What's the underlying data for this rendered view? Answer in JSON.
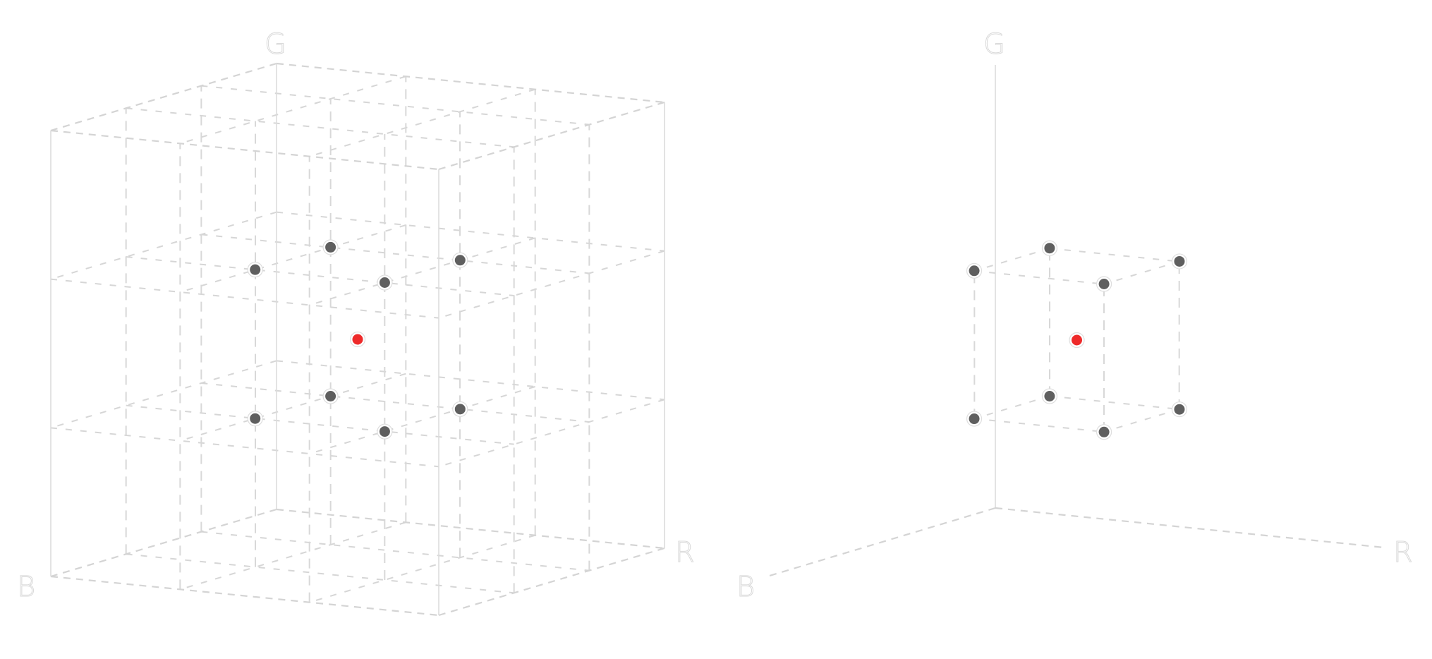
{
  "chart_data": [
    {
      "type": "scatter",
      "subtype": "3d-rgb-cube",
      "title": "",
      "axes": {
        "x": "R",
        "y": "G",
        "z": "B"
      },
      "axis_range": [
        0,
        1
      ],
      "grid": "3x3x3 dashed subdivision lattice",
      "points": [
        {
          "r": 0.333,
          "g": 0.333,
          "b": 0.333,
          "color": "#5f5f5f"
        },
        {
          "r": 0.667,
          "g": 0.333,
          "b": 0.333,
          "color": "#5f5f5f"
        },
        {
          "r": 0.333,
          "g": 0.333,
          "b": 0.667,
          "color": "#5f5f5f"
        },
        {
          "r": 0.667,
          "g": 0.333,
          "b": 0.667,
          "color": "#5f5f5f"
        },
        {
          "r": 0.333,
          "g": 0.667,
          "b": 0.333,
          "color": "#5f5f5f"
        },
        {
          "r": 0.667,
          "g": 0.667,
          "b": 0.333,
          "color": "#5f5f5f"
        },
        {
          "r": 0.333,
          "g": 0.667,
          "b": 0.667,
          "color": "#5f5f5f"
        },
        {
          "r": 0.667,
          "g": 0.667,
          "b": 0.667,
          "color": "#5f5f5f"
        },
        {
          "r": 0.5,
          "g": 0.5,
          "b": 0.5,
          "color": "#ee2a2a",
          "highlight": true
        }
      ]
    },
    {
      "type": "scatter",
      "subtype": "3d-rgb-axes",
      "title": "",
      "axes": {
        "x": "R",
        "y": "G",
        "z": "B"
      },
      "axis_range": [
        0,
        1
      ],
      "grid": "single dashed cell around neighbors",
      "points": [
        {
          "r": 0.333,
          "g": 0.333,
          "b": 0.333,
          "color": "#5f5f5f"
        },
        {
          "r": 0.667,
          "g": 0.333,
          "b": 0.333,
          "color": "#5f5f5f"
        },
        {
          "r": 0.333,
          "g": 0.333,
          "b": 0.667,
          "color": "#5f5f5f"
        },
        {
          "r": 0.667,
          "g": 0.333,
          "b": 0.667,
          "color": "#5f5f5f"
        },
        {
          "r": 0.333,
          "g": 0.667,
          "b": 0.333,
          "color": "#5f5f5f"
        },
        {
          "r": 0.667,
          "g": 0.667,
          "b": 0.333,
          "color": "#5f5f5f"
        },
        {
          "r": 0.333,
          "g": 0.667,
          "b": 0.667,
          "color": "#5f5f5f"
        },
        {
          "r": 0.667,
          "g": 0.667,
          "b": 0.667,
          "color": "#5f5f5f"
        },
        {
          "r": 0.5,
          "g": 0.5,
          "b": 0.5,
          "color": "#ee2a2a",
          "highlight": true
        }
      ]
    }
  ],
  "labels": {
    "left": {
      "g": "G",
      "b": "B",
      "r": "R"
    },
    "right": {
      "g": "G",
      "b": "B",
      "r": "R"
    }
  },
  "colors": {
    "point": "#5f5f5f",
    "highlight": "#ee2a2a",
    "lines": "#d6d6d6"
  }
}
